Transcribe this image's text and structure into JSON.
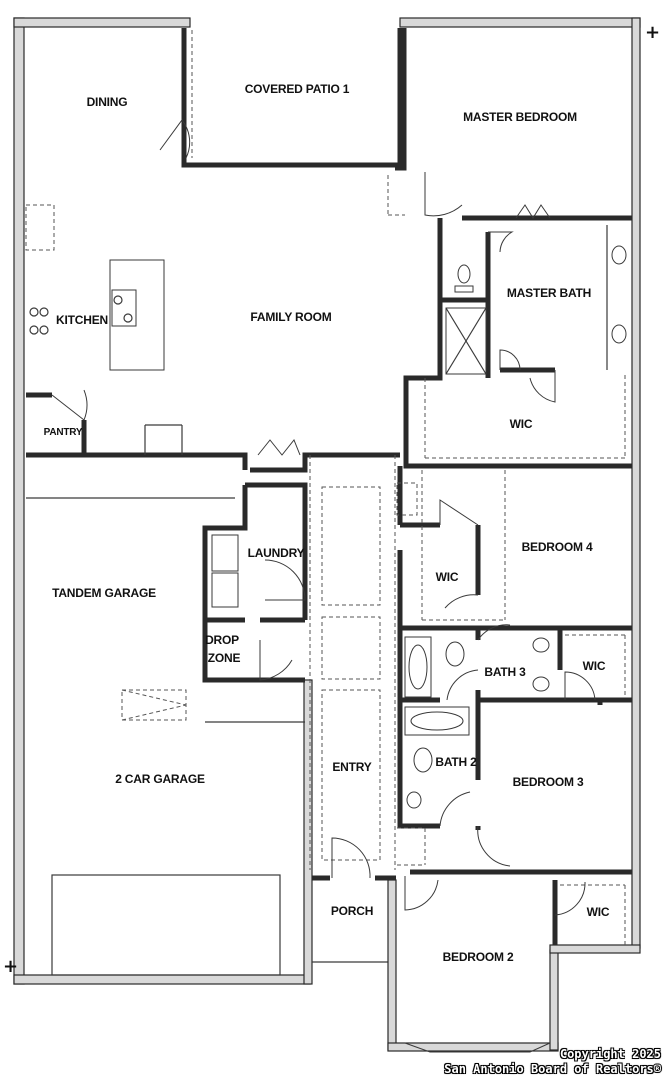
{
  "rooms": {
    "dining": "DINING",
    "covered_patio": "COVERED PATIO 1",
    "master_bedroom": "MASTER BEDROOM",
    "master_bath": "MASTER BATH",
    "kitchen": "KITCHEN",
    "family_room": "FAMILY ROOM",
    "pantry": "PANTRY",
    "wic_master": "WIC",
    "laundry": "LAUNDRY",
    "tandem_garage": "TANDEM GARAGE",
    "bedroom_4": "BEDROOM 4",
    "wic_bed4": "WIC",
    "drop_zone_line1": "DROP",
    "drop_zone_line2": "ZONE",
    "bath_3": "BATH 3",
    "wic_bath3": "WIC",
    "bath_2": "BATH 2",
    "bedroom_3": "BEDROOM 3",
    "entry": "ENTRY",
    "two_car_garage": "2 CAR GARAGE",
    "porch": "PORCH",
    "wic_bed2": "WIC",
    "bedroom_2": "BEDROOM 2"
  },
  "copyright": {
    "line1": "Copyright 2025",
    "line2": "San Antonio Board of Realtors®"
  },
  "marks": {
    "plus": "+"
  }
}
